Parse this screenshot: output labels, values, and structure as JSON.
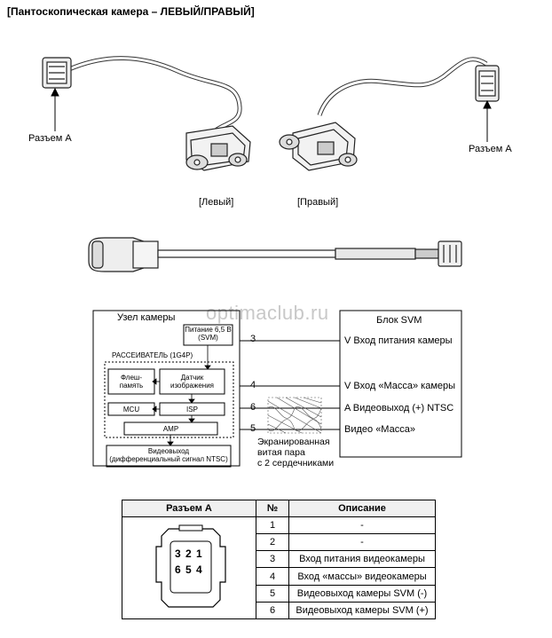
{
  "title": "[Пантоскопическая камера – ЛЕВЫЙ/ПРАВЫЙ]",
  "photos": {
    "connector_a_left": "Разъем A",
    "connector_a_right": "Разъем A",
    "left_caption": "[Левый]",
    "right_caption": "[Правый]"
  },
  "watermark": "optimaclub.ru",
  "camera_unit": {
    "title": "Узел камеры",
    "power": "Питание 6,5 В (SVM)",
    "power_line1": "Питание 6,5 В",
    "power_line2": "(SVM)",
    "diffuser": "РАССЕИВАТЕЛЬ (1G4P)",
    "flash_line1": "Флеш-",
    "flash_line2": "память",
    "sensor_line1": "Датчик",
    "sensor_line2": "изображения",
    "mcu": "MCU",
    "isp": "ISP",
    "amp": "AMP",
    "video_out_line1": "Видеовыход",
    "video_out_line2": "(дифференциальный сигнал NTSC)"
  },
  "svm_unit": {
    "title": "Блок SVM",
    "pins": [
      {
        "num": "3",
        "label": "V Вход питания камеры"
      },
      {
        "num": "4",
        "label": "V Вход «Масса» камеры"
      },
      {
        "num": "6",
        "label": "A Видеовыход (+) NTSC"
      },
      {
        "num": "5",
        "label": "Видео «Масса»"
      }
    ]
  },
  "shield_line1": "Экранированная",
  "shield_line2": "витая пара",
  "shield_line3": "с 2 сердечниками",
  "table": {
    "headers": [
      "Разъем A",
      "№",
      "Описание"
    ],
    "connector_top": "3 2 1",
    "connector_bottom": "6 5 4",
    "rows": [
      {
        "num": "1",
        "desc": "-"
      },
      {
        "num": "2",
        "desc": "-"
      },
      {
        "num": "3",
        "desc": "Вход питания видеокамеры"
      },
      {
        "num": "4",
        "desc": "Вход «массы» видеокамеры"
      },
      {
        "num": "5",
        "desc": "Видеовыход камеры SVM (-)"
      },
      {
        "num": "6",
        "desc": "Видеовыход камеры SVM (+)"
      }
    ]
  }
}
